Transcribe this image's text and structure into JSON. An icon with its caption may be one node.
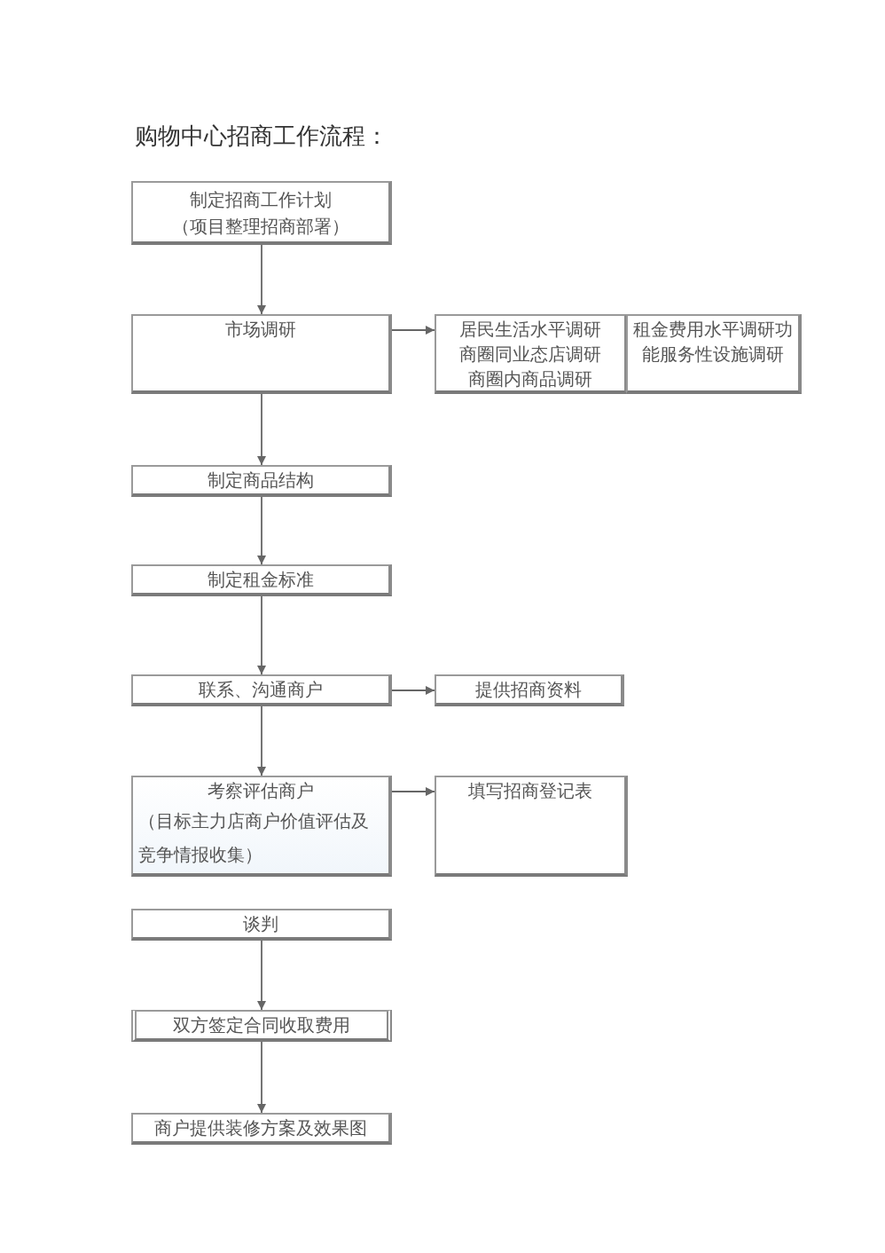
{
  "diagram": {
    "title": "购物中心招商工作流程：",
    "nodes": [
      {
        "text": [
          "制定招商工作计划",
          "（项目整理招商部署）"
        ]
      },
      {
        "text": [
          "市场调研"
        ]
      },
      {
        "text": [
          "居民生活水平调研",
          "商圈同业态店调研",
          "商圈内商品调研"
        ]
      },
      {
        "text": [
          "租金费用水平调研功能服务性设施调研"
        ]
      },
      {
        "text": [
          "制定商品结构"
        ]
      },
      {
        "text": [
          "制定租金标准"
        ]
      },
      {
        "text": [
          "联系、沟通商户"
        ]
      },
      {
        "text": [
          "提供招商资料"
        ]
      },
      {
        "text": [
          "考察评估商户",
          "（目标主力店商户价值评估及竞争情报收集）"
        ]
      },
      {
        "text": [
          "填写招商登记表"
        ]
      },
      {
        "text": [
          "谈判"
        ]
      },
      {
        "text": [
          "双方签定合同收取费用"
        ]
      },
      {
        "text": [
          "商户提供装修方案及效果图"
        ]
      }
    ],
    "edges": [
      {
        "from": 0,
        "to": 1,
        "arrow": "to"
      },
      {
        "from": 1,
        "to": 2,
        "arrow": "to"
      },
      {
        "from": 1,
        "to": 4,
        "arrow": "to"
      },
      {
        "from": 4,
        "to": 5,
        "arrow": "to"
      },
      {
        "from": 5,
        "to": 6,
        "arrow": "to"
      },
      {
        "from": 6,
        "to": 7,
        "arrow": "to"
      },
      {
        "from": 6,
        "to": 8,
        "arrow": "to"
      },
      {
        "from": 8,
        "to": 9,
        "arrow": "to"
      },
      {
        "from": 10,
        "to": 11,
        "arrow": "to"
      },
      {
        "from": 11,
        "to": 12,
        "arrow": "to"
      }
    ]
  }
}
